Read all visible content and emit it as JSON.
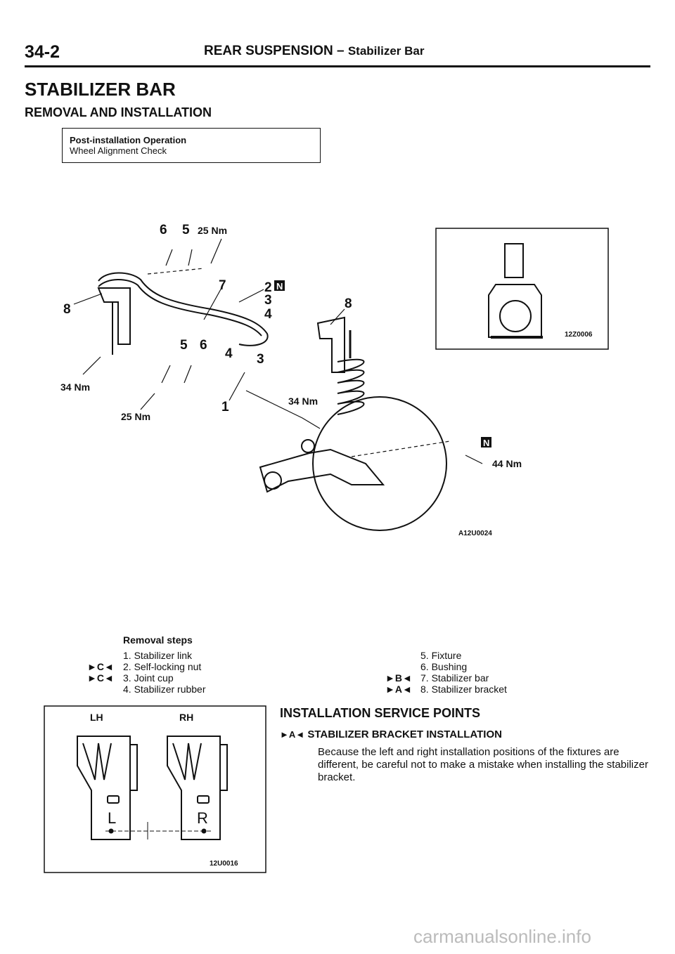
{
  "header": {
    "page_number": "34-2",
    "section": "REAR SUSPENSION",
    "separator": "–",
    "subsection": "Stabilizer Bar"
  },
  "title": "STABILIZER BAR",
  "subtitle": "REMOVAL AND INSTALLATION",
  "post_install": {
    "label": "Post-installation Operation",
    "value": "Wheel Alignment Check"
  },
  "diagram": {
    "callouts": {
      "c6_top": "6",
      "c5_top": "5",
      "c7": "7",
      "c2": "2",
      "c3_top": "3",
      "c4_top": "4",
      "c8_left": "8",
      "c8_right": "8",
      "c5_mid": "5",
      "c6_mid": "6",
      "c4_mid": "4",
      "c3_mid": "3",
      "c1": "1"
    },
    "torques": {
      "t_top": "25 Nm",
      "t_left": "34 Nm",
      "t_left_bottom": "25 Nm",
      "t_center": "34 Nm",
      "t_right": "44 Nm"
    },
    "new_part_mark": "N",
    "figure_code": "A12U0024",
    "inset_code": "12Z0006"
  },
  "removal_steps": {
    "heading": "Removal steps",
    "left": [
      {
        "mark": "",
        "text": "1. Stabilizer link"
      },
      {
        "mark": "C",
        "text": "2. Self-locking nut"
      },
      {
        "mark": "C",
        "text": "3. Joint cup"
      },
      {
        "mark": "",
        "text": "4. Stabilizer rubber"
      }
    ],
    "right": [
      {
        "mark": "",
        "text": "5. Fixture"
      },
      {
        "mark": "",
        "text": "6. Bushing"
      },
      {
        "mark": "B",
        "text": "7. Stabilizer bar"
      },
      {
        "mark": "A",
        "text": "8. Stabilizer bracket"
      }
    ]
  },
  "bracket_figure": {
    "lh": "LH",
    "rh": "RH",
    "l_mark": "L",
    "r_mark": "R",
    "code": "12U0016"
  },
  "install_points": {
    "title": "INSTALLATION SERVICE POINTS",
    "procedure_mark": "A",
    "procedure_title": "STABILIZER BRACKET INSTALLATION",
    "body": "Because the left and right installation positions of the fixtures are different, be careful not to make a mistake when installing the stabilizer bracket."
  },
  "watermark": "carmanualsonline.info"
}
